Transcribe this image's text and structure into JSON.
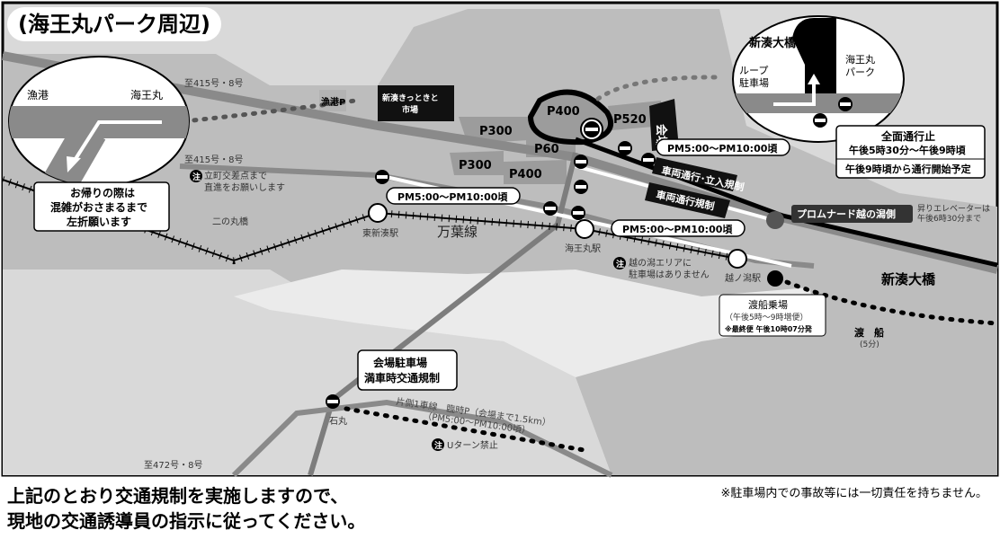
{
  "title": "(海王丸パーク周辺)",
  "footer": {
    "line1": "上記のとおり交通規制を実施しますので、",
    "line2": "現地の交通誘導員の指示に従ってください。",
    "note": "※駐車場内での事故等には一切責任を持ちません。"
  },
  "inset_left": {
    "label_left": "漁港",
    "label_right": "海王丸"
  },
  "left_notice": {
    "line1": "お帰りの際は",
    "line2": "混雑がおさまるまで",
    "line3": "左折願います"
  },
  "inset_right": {
    "title": "新湊大橋",
    "loop1": "ループ",
    "loop2": "駐車場",
    "park1": "海王丸",
    "park2": "パーク"
  },
  "closure": {
    "title": "全面通行止",
    "time": "午後5時30分〜午後9時頃",
    "resume": "午後9時頃から通行開始予定"
  },
  "roads": {
    "r415_a": "至415号・8号",
    "r415_b": "至415号・8号",
    "r472": "至472号・8号",
    "tatemachi1": "立町交差点まで",
    "tatemachi2": "直進をお願いします",
    "ninomaru": "二の丸橋",
    "ishimaru": "石丸",
    "manyo": "万葉線",
    "shin_minato": "東新湊駅",
    "kaiomaru_st": "海王丸駅",
    "koshinokata_st": "越ノ潟駅",
    "no_parking1": "越の潟エリアに",
    "no_parking2": "駐車場はありません",
    "one_lane1": "片側1車線　臨時P（会場まで1.5km）",
    "one_lane2": "（PM5:00〜PM10:00頃）",
    "uturn": "Uターン禁止",
    "bridge": "新湊大橋",
    "ferry": "渡　船",
    "ferry_time": "(5分)",
    "elevator1": "昇りエレベーターは",
    "elevator2": "午後6時30分まで"
  },
  "markers": {
    "gyoko_p": "漁港P",
    "market1": "新湊きっときと",
    "market2": "市場",
    "p300a": "P300",
    "p300b": "P300",
    "p400a": "P400",
    "p400b": "P400",
    "p60": "P60",
    "p520": "P520",
    "venue": "会場",
    "promenade": "プロムナード越の潟側",
    "restrict1": "車両通行･立入規制",
    "restrict2": "車両通行規制"
  },
  "time_labels": {
    "t1": "PM5:00〜PM10:00頃",
    "t2": "PM5:00〜PM10:00頃",
    "t3": "PM5:00〜PM10:00頃"
  },
  "parking_notice": {
    "line1": "会場駐車場",
    "line2": "満車時交通規制"
  },
  "ferry_stop": {
    "title": "渡船乗場",
    "hours": "（午後5時〜9時増便）",
    "last": "※最終便 午後10時07分発"
  }
}
